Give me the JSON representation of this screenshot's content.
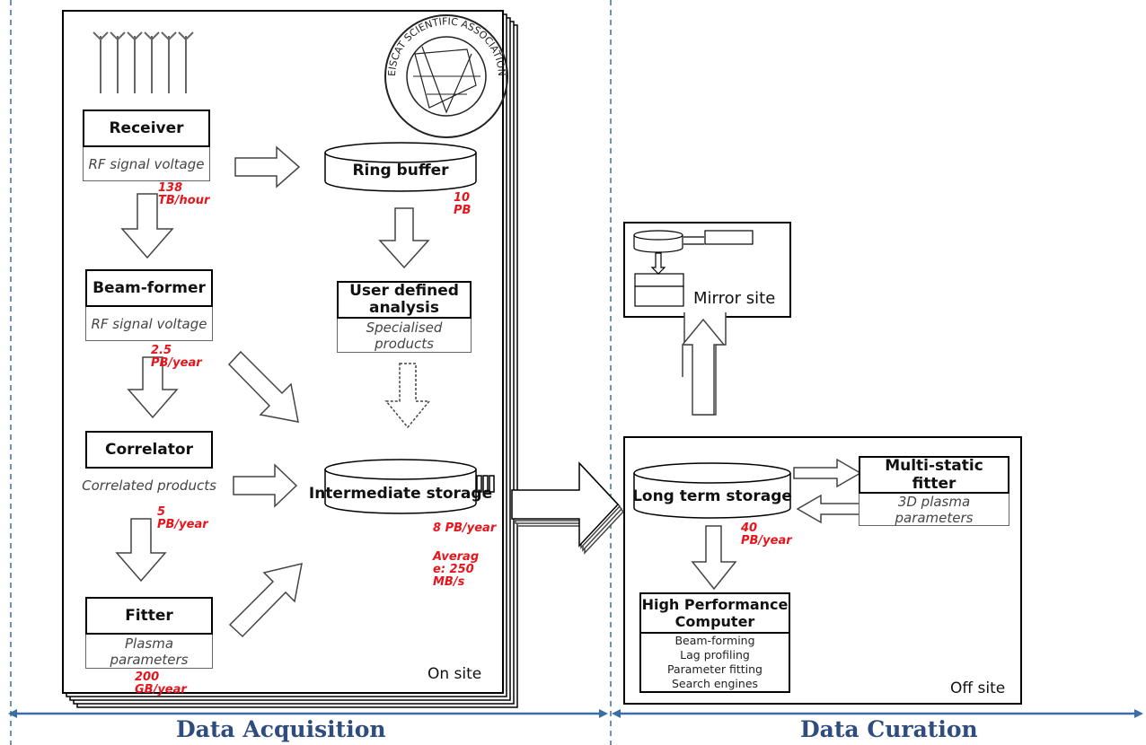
{
  "stations": {
    "receiver": {
      "title": "Receiver",
      "sub": "RF signal voltage",
      "rate": "138\nTB/hour"
    },
    "beamformer": {
      "title": "Beam-former",
      "sub": "RF signal voltage",
      "rate": "2.5\nPB/year"
    },
    "correlator": {
      "title": "Correlator",
      "sub": "Correlated products",
      "rate": "5\nPB/year"
    },
    "fitter": {
      "title": "Fitter",
      "sub": "Plasma parameters",
      "rate": "200\nGB/year"
    },
    "ring_buffer": {
      "title": "Ring buffer",
      "rate": "10\nPB"
    },
    "user_analysis": {
      "title": "User defined\nanalysis",
      "sub": "Specialised products"
    },
    "intermediate": {
      "title": "Intermediate storage",
      "rate": "8 PB/year",
      "avg": "Averag\ne: 250\nMB/s"
    },
    "long_term": {
      "title": "Long term storage",
      "rate": "40\nPB/year"
    },
    "multistatic": {
      "title": "Multi-static fitter",
      "sub": "3D plasma parameters"
    },
    "hpc": {
      "title": "High Performance\nComputer",
      "tasks": [
        "Beam-forming",
        "Lag profiling",
        "Parameter fitting",
        "Search engines"
      ]
    },
    "mirror": {
      "title": "Mirror site"
    }
  },
  "labels": {
    "on_site": "On  site",
    "off_site": "Off site",
    "acquisition": "Data Acquisition",
    "curation": "Data Curation"
  },
  "logo": {
    "text": "EISCAT SCIENTIFIC ASSOCIATION"
  },
  "colors": {
    "section": "#2f4c7e",
    "rate": "#e8141c",
    "divider": "#3a6ea5"
  }
}
